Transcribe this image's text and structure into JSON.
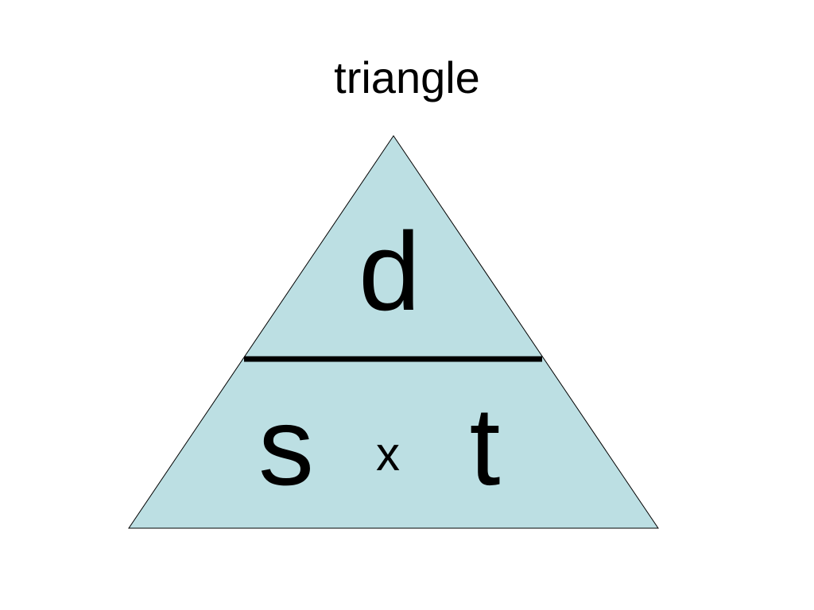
{
  "title": "triangle",
  "triangle": {
    "top_label": "d",
    "bottom_left_label": "s",
    "operator_label": "x",
    "bottom_right_label": "t"
  },
  "colors": {
    "triangle_fill": "#bcdfe3",
    "outline": "#000000",
    "text": "#000000",
    "background": "#ffffff"
  }
}
